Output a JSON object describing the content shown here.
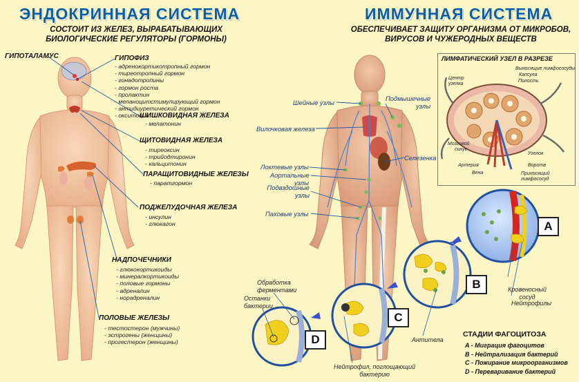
{
  "endocrine": {
    "title": "ЭНДОКРИННАЯ СИСТЕМА",
    "subtitle_line1": "СОСТОИТ ИЗ ЖЕЛЕЗ, ВЫРАБАТЫВАЮЩИХ",
    "subtitle_line2": "БИОЛОГИЧЕСКИЕ РЕГУЛЯТОРЫ (ГОРМОНЫ)",
    "glands": {
      "hypothalamus": {
        "name": "ГИПОТАЛАМУС"
      },
      "pituitary": {
        "name": "ГИПОФИЗ",
        "hormones": [
          "адренокортикотропный гормон",
          "тиреотропный гормон",
          "гонадотропины",
          "гормон роста",
          "пролактин",
          "меланоцитстимулирующий гормон",
          "антидиуретический гормон",
          "окситоцин"
        ]
      },
      "pineal": {
        "name": "ШИШКОВИДНАЯ ЖЕЛЕЗА",
        "hormones": [
          "мелатонин"
        ]
      },
      "thyroid": {
        "name": "ЩИТОВИДНАЯ ЖЕЛЕЗА",
        "hormones": [
          "тиреоксин",
          "трийодтиронин",
          "кальцитонин"
        ]
      },
      "parathyroid": {
        "name": "ПАРАЩИТОВИДНЫЕ ЖЕЛЕЗЫ",
        "hormones": [
          "паратгормон"
        ]
      },
      "pancreas": {
        "name": "ПОДЖЕЛУДОЧНАЯ ЖЕЛЕЗА",
        "hormones": [
          "инсулин",
          "глюкагон"
        ]
      },
      "adrenal": {
        "name": "НАДПОЧЕЧНИКИ",
        "hormones": [
          "глюкокортикоиды",
          "минералкортикоиды",
          "половые гормоны",
          "адреналин",
          "норадреналин"
        ]
      },
      "gonads": {
        "name": "ПОЛОВЫЕ ЖЕЛЕЗЫ",
        "hormones": [
          "тестостерон (мужчины)",
          "эстрогены (женщины)",
          "прогестерон (женщины)"
        ]
      }
    }
  },
  "immune": {
    "title": "ИММУННАЯ СИСТЕМА",
    "subtitle_line1": "ОБЕСПЕЧИВАЕТ ЗАЩИТУ ОРГАНИЗМА ОТ МИКРОБОВ,",
    "subtitle_line2": "ВИРУСОВ И ЧУЖЕРОДНЫХ ВЕЩЕСТВ",
    "body_labels": {
      "cervical": "Шейные узлы",
      "thymus": "Вилочковая железа",
      "elbow": "Локтевые узлы",
      "aortic_1": "Аортальные",
      "aortic_2": "узлы",
      "iliac_1": "Подвздошные",
      "iliac_2": "узлы",
      "inguinal": "Паховые узлы",
      "axillary_1": "Подмышечные",
      "axillary_2": "узлы",
      "spleen": "Селезенка"
    },
    "lymph_node": {
      "title": "ЛИМФАТИЧЕСКИЙ УЗЕЛ В РАЗРЕЗЕ",
      "labels": {
        "efferent_1": "Выносящие лимфососуды",
        "capsule": "Капсула",
        "cavity": "Полость",
        "center_1": "Центр",
        "center_2": "узелка",
        "sinus_1": "Мозговой",
        "sinus_2": "синус",
        "nodule": "Узелок",
        "artery": "Артерия",
        "gate": "Ворота",
        "vein": "Вена",
        "afferent_1": "Приносящий",
        "afferent_2": "лимфососуд"
      }
    },
    "phagocytosis": {
      "letters": {
        "a": "A",
        "b": "B",
        "c": "C",
        "d": "D"
      },
      "labels": {
        "enzyme_1": "Обработка",
        "enzyme_2": "ферментами",
        "remains_1": "Останки",
        "remains_2": "бактерии",
        "vessel_1": "Кровеносный",
        "vessel_2": "сосуд",
        "neutrophils": "Нейтрофилы",
        "antibody": "Антитела",
        "neutrophil_eating_1": "Нейтрофил, поглощающий",
        "neutrophil_eating_2": "бактерию"
      },
      "stages_title": "СТАДИИ ФАГОЦИТОЗА",
      "stages": [
        "A - Миграция фагоцитов",
        "B - Нейтрализация бактерий",
        "C - Пожирание микроорганизмов",
        "D - Переваривание бактерий"
      ]
    }
  },
  "colors": {
    "background": "#fbf6c4",
    "title": "#0a5ea8",
    "skin": "#f4c7a4",
    "skin_shadow": "#e2a880",
    "leader_line": "#1f5fa8",
    "lymph": "#4a7fd0",
    "bacteria": "#f1cf1d",
    "vessel": "#d7261e"
  }
}
